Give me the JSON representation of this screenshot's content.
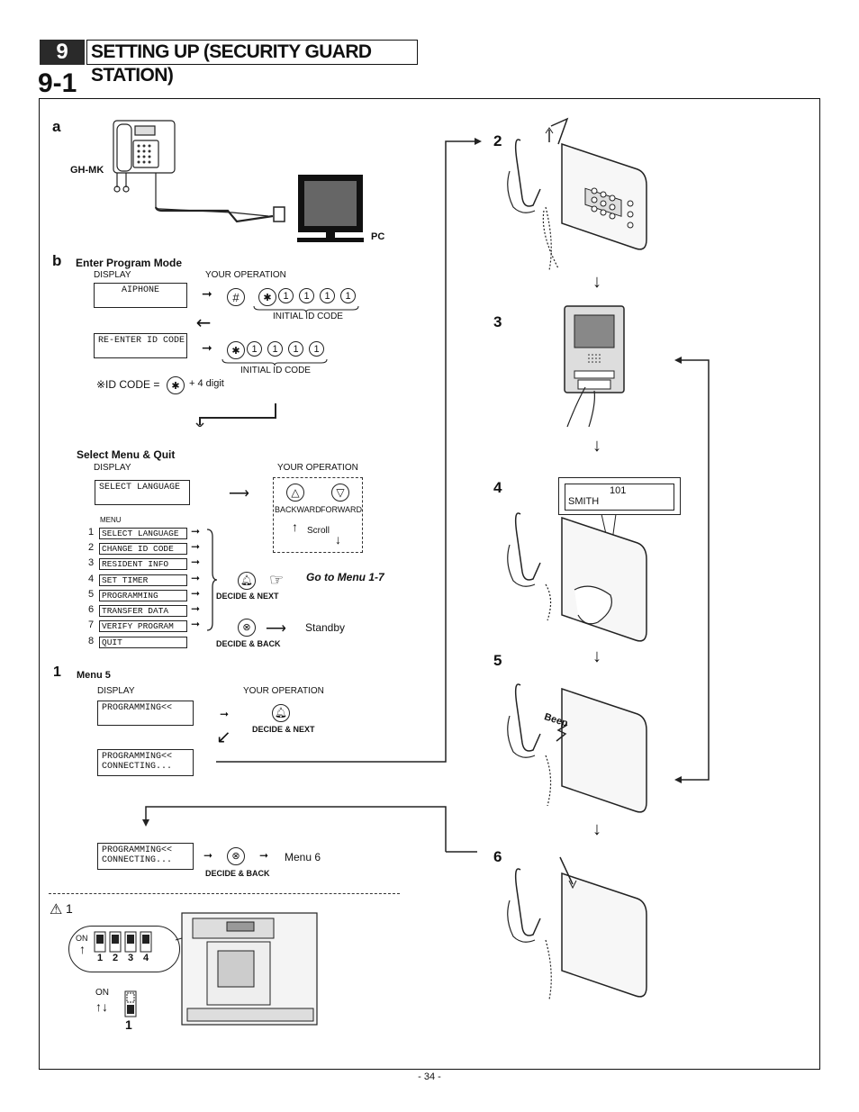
{
  "header": {
    "section_number": "9",
    "title": "SETTING UP (SECURITY GUARD STATION)",
    "subsection": "9-1"
  },
  "panel_a": {
    "letter": "a",
    "device_label": "GH-MK",
    "pc_label": "PC"
  },
  "panel_b": {
    "letter": "b",
    "enter_title": "Enter Program Mode",
    "display_label": "DISPLAY",
    "operation_label": "YOUR OPERATION",
    "lcd_aiphone": "AIPHONE",
    "lcd_reenter": "RE-ENTER ID CODE",
    "hash_key": "#",
    "star_key": "✱",
    "one_key": "1",
    "initial_id_code": "INITIAL ID CODE",
    "id_code_note": "※ID CODE =",
    "plus_digit": "+ 4 digit"
  },
  "select_menu": {
    "title": "Select Menu & Quit",
    "display_label": "DISPLAY",
    "operation_label": "YOUR OPERATION",
    "lcd": "SELECT LANGUAGE",
    "backward": "BACKWARD",
    "forward": "FORWARD",
    "scroll": "Scroll",
    "menu_label": "MENU",
    "items": [
      {
        "num": "1",
        "text": "SELECT LANGUAGE"
      },
      {
        "num": "2",
        "text": "CHANGE ID CODE"
      },
      {
        "num": "3",
        "text": "RESIDENT INFO"
      },
      {
        "num": "4",
        "text": "SET TIMER"
      },
      {
        "num": "5",
        "text": "PROGRAMMING"
      },
      {
        "num": "6",
        "text": "TRANSFER DATA"
      },
      {
        "num": "7",
        "text": "VERIFY PROGRAM"
      },
      {
        "num": "8",
        "text": "QUIT"
      }
    ],
    "decide_next": "DECIDE & NEXT",
    "go_to_menu": "Go to Menu 1-7",
    "decide_back": "DECIDE & BACK",
    "standby": "Standby"
  },
  "menu5": {
    "step": "1",
    "title": "Menu 5",
    "display_label": "DISPLAY",
    "operation_label": "YOUR OPERATION",
    "lcd1": "PROGRAMMING<<",
    "lcd2_line1": "PROGRAMMING<<",
    "lcd2_line2": "CONNECTING...",
    "decide_next": "DECIDE & NEXT",
    "lcd3_line1": "PROGRAMMING<<",
    "lcd3_line2": "CONNECTING...",
    "decide_back": "DECIDE & BACK",
    "menu6": "Menu 6"
  },
  "dip": {
    "warning_num": "1",
    "on_label": "ON",
    "switch_numbers": [
      "1",
      "2",
      "3",
      "4"
    ],
    "on_label2": "ON",
    "switch_label": "1"
  },
  "steps": {
    "s2": "2",
    "s3": "3",
    "s4": "4",
    "s5": "5",
    "s6": "6",
    "display_num": "101",
    "display_name": "SMITH",
    "beep": "Beep"
  },
  "footer": {
    "page": "- 34 -"
  }
}
